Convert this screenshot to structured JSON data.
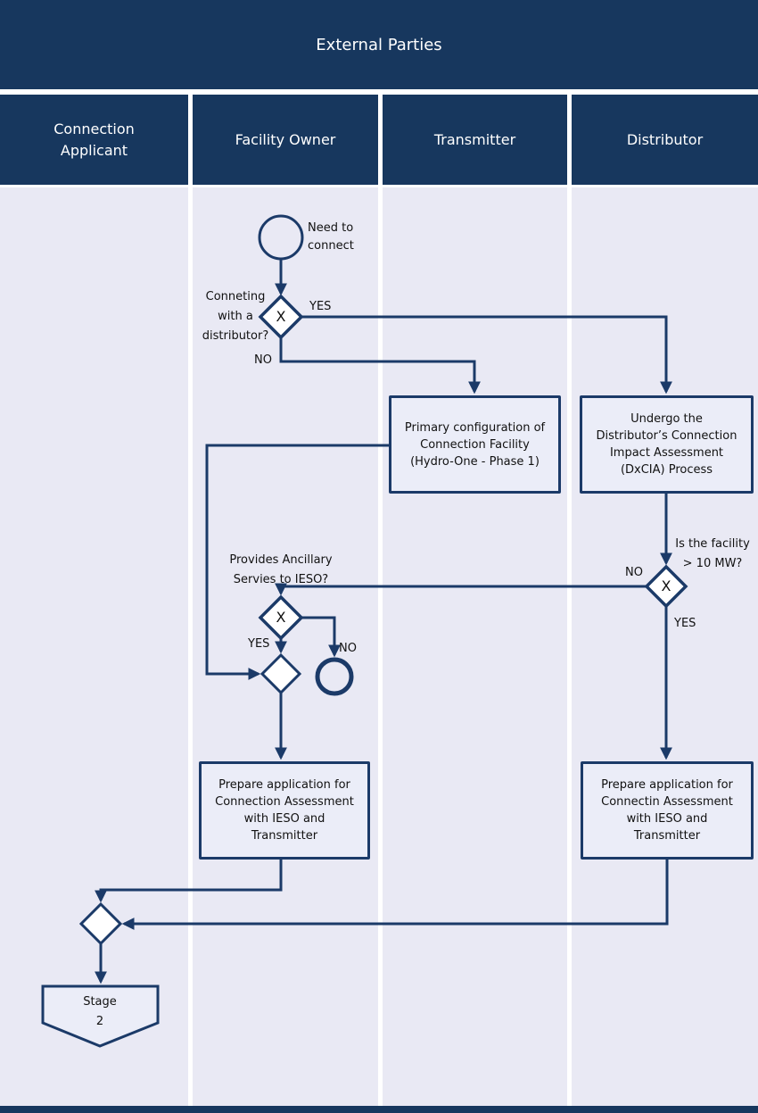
{
  "header": {
    "title": "External Parties"
  },
  "lanes": [
    {
      "label": "Connection\nApplicant"
    },
    {
      "label": "Facility Owner"
    },
    {
      "label": "Transmitter"
    },
    {
      "label": "Distributor"
    }
  ],
  "flow": {
    "start_label": "Need to\nconnect",
    "decision_connecting": {
      "question": "Conneting\nwith a\ndistributor?",
      "yes": "YES",
      "no": "NO",
      "marker": "X"
    },
    "process_primary": "Primary configuration of\nConnection Facility\n(Hydro-One - Phase 1)",
    "process_undergo": "Undergo the\nDistributor’s Connection\nImpact Assessment\n(DxCIA) Process",
    "decision_ancillary": {
      "question": "Provides Ancillary\nServies to IESO?",
      "yes": "YES",
      "no": "NO",
      "marker": "X"
    },
    "decision_facility_size": {
      "question": "Is the facility\n> 10 MW?",
      "yes": "YES",
      "no": "NO",
      "marker": "X"
    },
    "process_prepare_facility_owner": "Prepare application for\nConnection Assessment\nwith IESO and\nTransmitter",
    "process_prepare_distributor": "Prepare application for\nConnectin Assessment\nwith IESO and\nTransmitter",
    "terminator_stage": "Stage\n2"
  },
  "colors": {
    "header_navy": "#17375E",
    "line_navy": "#1B3A68",
    "lane_background": "#E9E9F4",
    "shape_fill": "#EBEDF8",
    "diamond_fill": "#FFFFFF",
    "text": "#111111"
  }
}
